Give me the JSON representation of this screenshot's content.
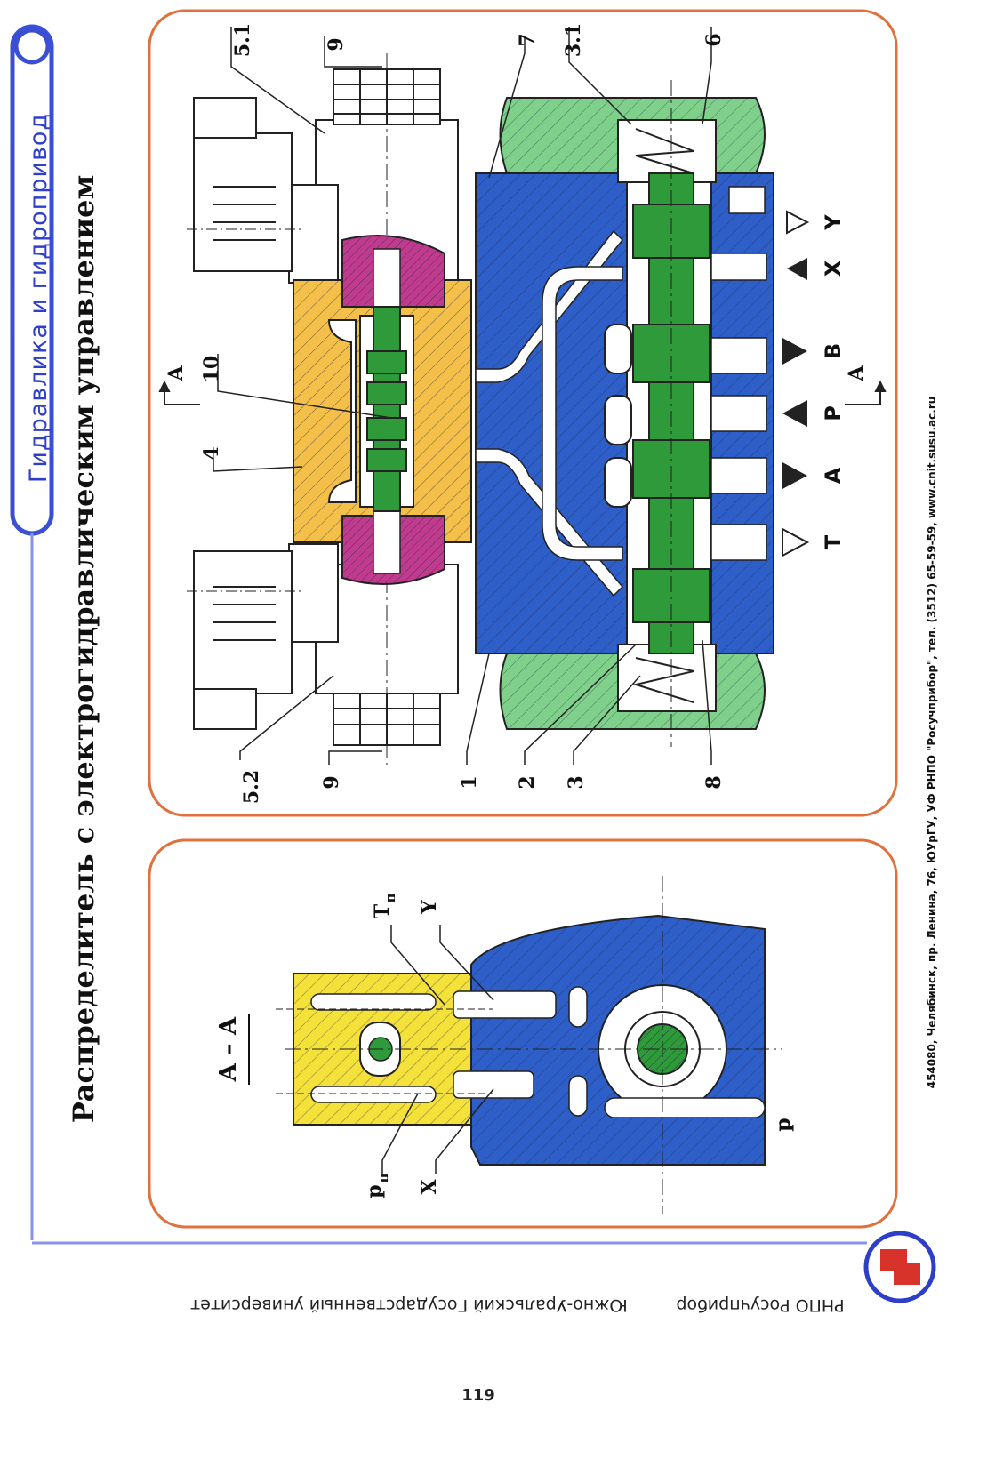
{
  "header": {
    "category": "Гидравлика и гидропривод",
    "title": "Распределитель с электрогидравлическим управлением"
  },
  "colors": {
    "frame": "#e0703c",
    "blue_body": "#2e5fc8",
    "green_caps": "#7fd08a",
    "green_spool": "#2f9a3a",
    "orange_pilot": "#f5c04a",
    "magenta": "#c03b8d",
    "yellow_section": "#f4e13a",
    "header_pill": "#3b4fd4"
  },
  "main_diagram": {
    "callouts": [
      "5.1",
      "9",
      "10",
      "4",
      "7",
      "3.1",
      "6",
      "5.2",
      "9",
      "1",
      "2",
      "3",
      "8"
    ],
    "section_marks": [
      "A",
      "A"
    ],
    "ports": [
      {
        "label": "T",
        "symbol": "open-triangle"
      },
      {
        "label": "A",
        "symbol": "filled-triangle"
      },
      {
        "label": "P",
        "symbol": "filled-triangle"
      },
      {
        "label": "B",
        "symbol": "filled-triangle"
      },
      {
        "label": "X",
        "symbol": "filled-triangle"
      },
      {
        "label": "Y",
        "symbol": "open-triangle"
      }
    ]
  },
  "section_view": {
    "title": "А – А",
    "labels": [
      "Т",
      "п",
      "Y",
      "р",
      "п",
      "X",
      "p"
    ]
  },
  "footer": {
    "address": "454080, Челябинск, пр. Ленина, 76, ЮУрГУ, УФ РНПО \"Росучприбор\", тел. (3512) 65-59-59, www.cnit.susu.ac.ru",
    "university": "Южно-Уральский Государственный университет",
    "org": "РНПО Росучприбор",
    "page_number": "119"
  }
}
